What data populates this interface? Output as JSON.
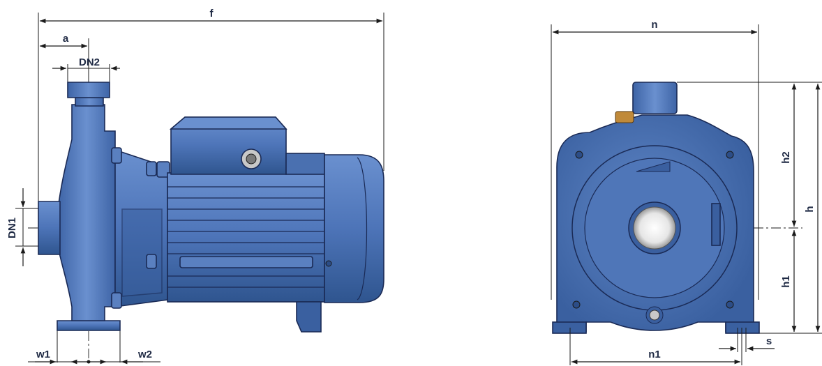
{
  "labels": {
    "f": "f",
    "a": "a",
    "dn2": "DN2",
    "dn1": "DN1",
    "w1": "w1",
    "w2": "w2",
    "n": "n",
    "h2": "h2",
    "h": "h",
    "h1": "h1",
    "n1": "n1",
    "s": "s"
  },
  "colors": {
    "pump_body": "#4d74b8",
    "pump_shadow": "#2c4d87",
    "outline": "#1a2a55",
    "dimension_lines": "#1a1a1a",
    "label_text": "#1f2a44"
  }
}
